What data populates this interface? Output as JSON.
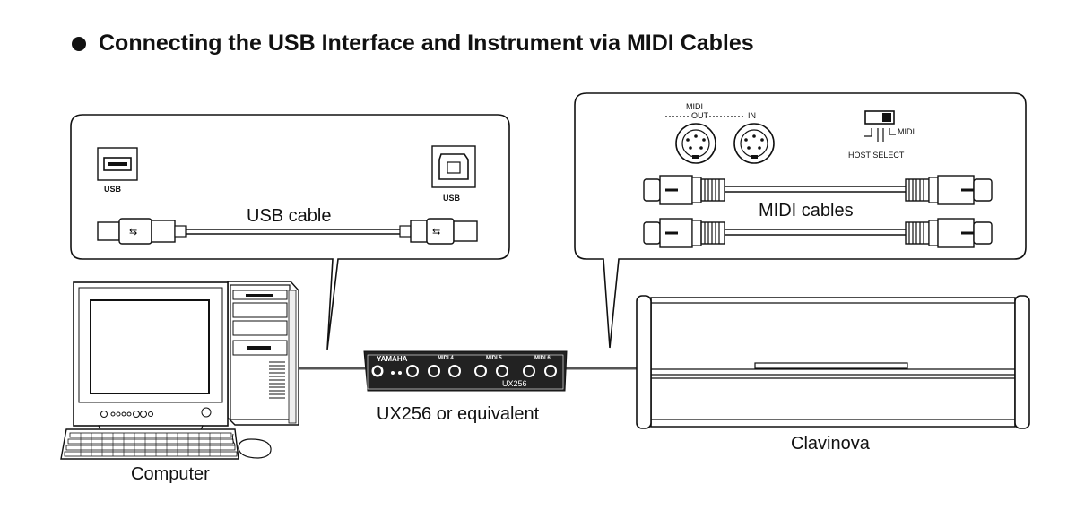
{
  "title": "Connecting the USB Interface and Instrument via MIDI Cables",
  "usb_panel": {
    "port_left_label": "USB",
    "port_right_label": "USB",
    "cable_label": "USB cable"
  },
  "midi_panel": {
    "midi_label": "MIDI",
    "out_label": "OUT",
    "in_label": "IN",
    "switch_midi_label": "MIDI",
    "host_select_label": "HOST SELECT",
    "cable_label": "MIDI cables"
  },
  "devices": {
    "computer_label": "Computer",
    "interface_label": "UX256 or equivalent",
    "instrument_label": "Clavinova",
    "interface_brand": "YAMAHA",
    "interface_model": "UX256",
    "interface_midi_1": "MIDI 4",
    "interface_midi_2": "MIDI 5",
    "interface_midi_3": "MIDI 6"
  }
}
